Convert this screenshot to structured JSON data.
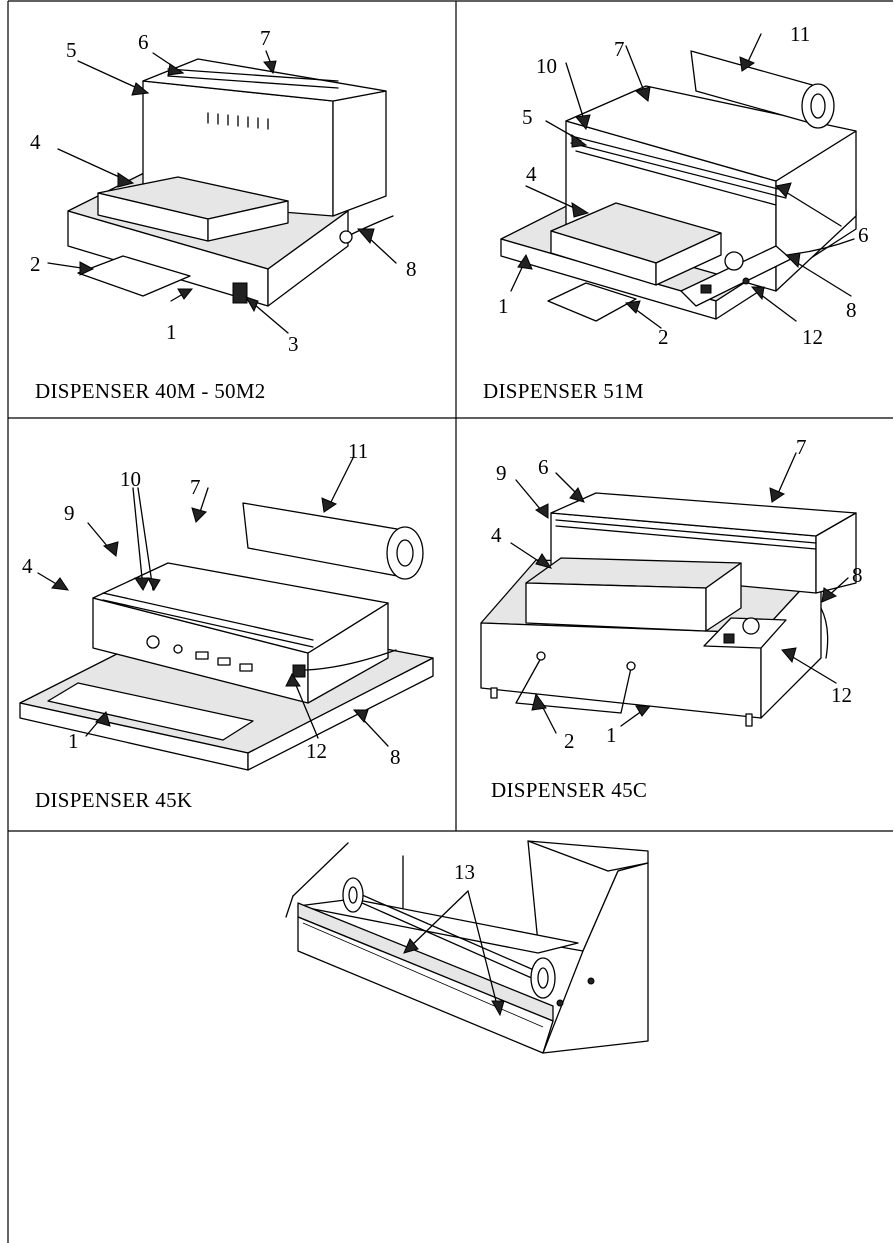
{
  "panels": [
    {
      "id": "p1",
      "caption": "DISPENSER  40M - 50M2",
      "labels": [
        "1",
        "2",
        "3",
        "4",
        "5",
        "6",
        "7",
        "8"
      ]
    },
    {
      "id": "p2",
      "caption": "DISPENSER  51M",
      "labels": [
        "1",
        "2",
        "4",
        "5",
        "6",
        "7",
        "8",
        "10",
        "11",
        "12"
      ]
    },
    {
      "id": "p3",
      "caption": "DISPENSER  45K",
      "labels": [
        "1",
        "4",
        "7",
        "8",
        "9",
        "10",
        "11",
        "12"
      ]
    },
    {
      "id": "p4",
      "caption": "DISPENSER  45C",
      "labels": [
        "1",
        "2",
        "4",
        "6",
        "7",
        "8",
        "9",
        "12"
      ]
    },
    {
      "id": "p5",
      "caption": "",
      "labels": [
        "13"
      ]
    }
  ]
}
